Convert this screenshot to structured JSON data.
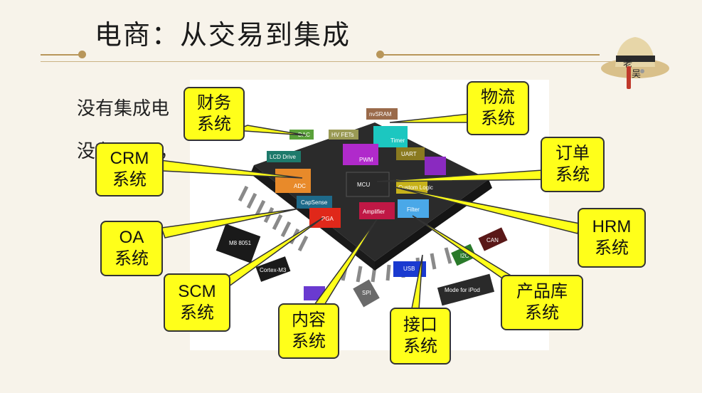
{
  "slide": {
    "title": "电商：从交易到集成",
    "line1": "没有集成电",
    "line2": "没有",
    "line2_tail": "，"
  },
  "chip_labels": [
    "DAC",
    "LCD Drive",
    "HV FETs",
    "nvSRAM",
    "Timer",
    "PWM",
    "UART",
    "ADC",
    "MCU",
    "Custom Logic",
    "CapSense",
    "PGA",
    "Amplifier",
    "Filter",
    "USB",
    "SPI",
    "Mode for iPod",
    "CAN",
    "I2C",
    "M8 8051",
    "Cortex-M3"
  ],
  "callouts": {
    "finance": "财务\n系统",
    "logistics": "物流\n系统",
    "crm": "CRM\n系统",
    "order": "订单\n系统",
    "oa": "OA\n系统",
    "hrm": "HRM\n系统",
    "scm": "SCM\n系统",
    "content": "内容\n系统",
    "interface": "接口\n系统",
    "product": "产品库\n系统"
  },
  "colors": {
    "accent": "#b8965a",
    "callout_bg": "#ffff1a"
  }
}
